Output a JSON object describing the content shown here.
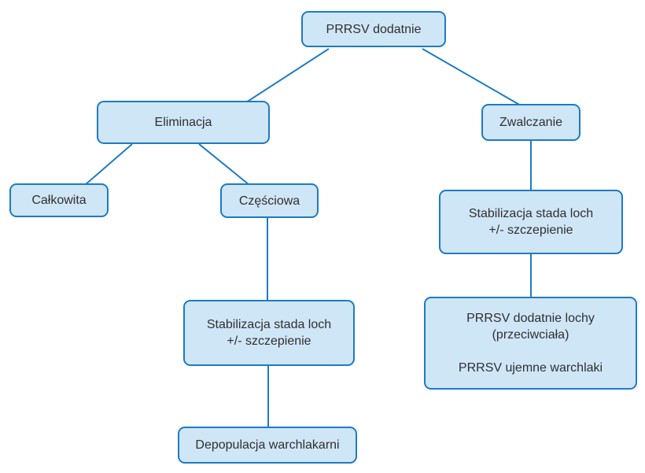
{
  "diagram": {
    "type": "flowchart",
    "colors": {
      "node_fill": "#cfe6f7",
      "node_border": "#1e7bc4",
      "connector": "#1e7bc4",
      "text": "#303030",
      "background": "#ffffff"
    },
    "nodes": {
      "root": {
        "label": "PRRSV dodatnie"
      },
      "eliminacja": {
        "label": "Eliminacja"
      },
      "zwalczanie": {
        "label": "Zwalczanie"
      },
      "calkowita": {
        "label": "Całkowita"
      },
      "czesciowa": {
        "label": "Częściowa"
      },
      "stabilizacja_left": {
        "line1": "Stabilizacja stada loch",
        "line2": "+/- szczepienie"
      },
      "stabilizacja_right": {
        "line1": "Stabilizacja stada loch",
        "line2": "+/- szczepienie"
      },
      "outcome": {
        "line1": "PRRSV dodatnie lochy",
        "line2": "(przeciwciała)",
        "line3": "PRRSV ujemne warchlaki"
      },
      "depopulacja": {
        "label": "Depopulacja warchlakarni"
      }
    },
    "edges": [
      {
        "from": "root",
        "to": "eliminacja"
      },
      {
        "from": "root",
        "to": "zwalczanie"
      },
      {
        "from": "eliminacja",
        "to": "calkowita"
      },
      {
        "from": "eliminacja",
        "to": "czesciowa"
      },
      {
        "from": "czesciowa",
        "to": "stabilizacja_left"
      },
      {
        "from": "stabilizacja_left",
        "to": "depopulacja"
      },
      {
        "from": "zwalczanie",
        "to": "stabilizacja_right"
      },
      {
        "from": "stabilizacja_right",
        "to": "outcome"
      }
    ]
  }
}
